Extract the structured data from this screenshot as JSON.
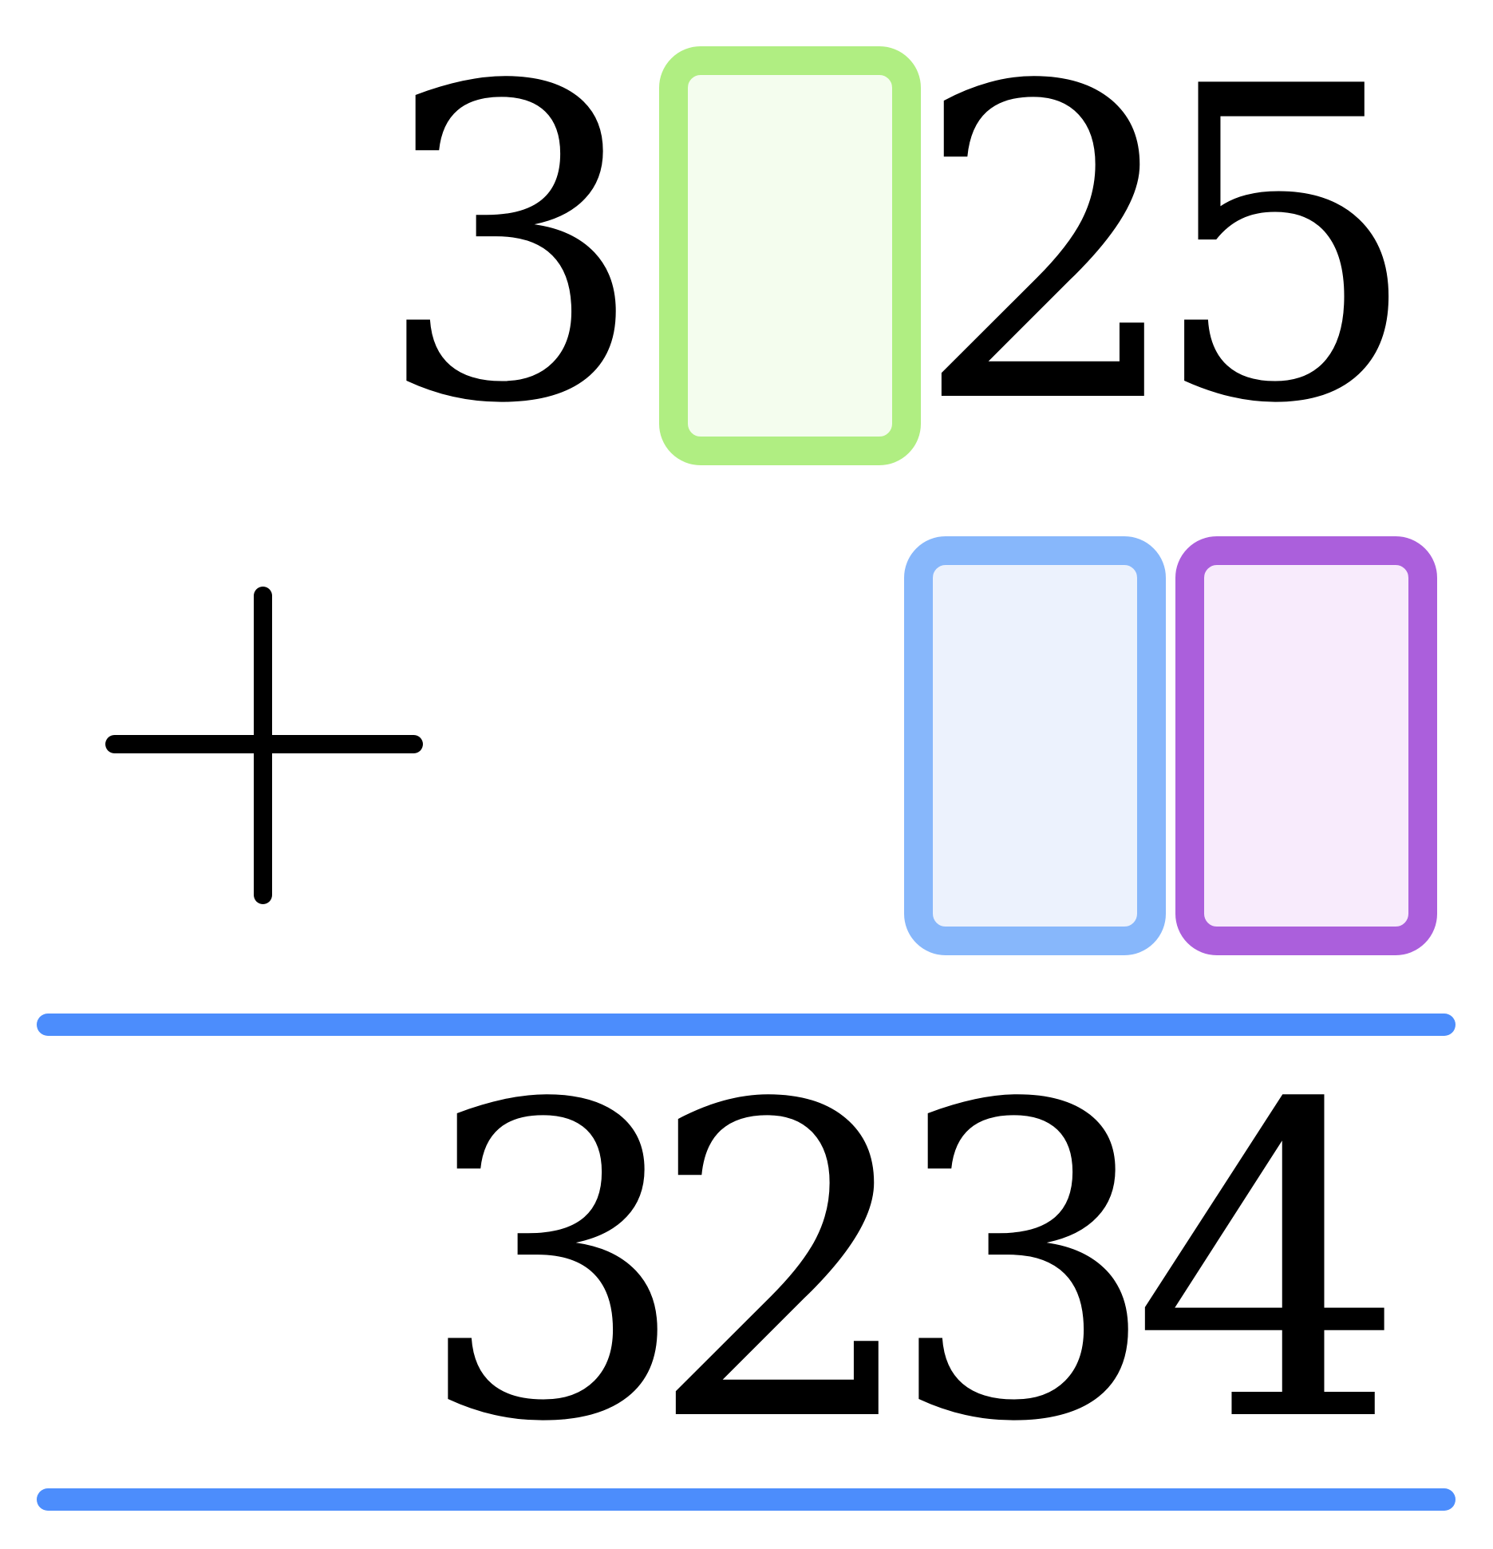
{
  "top_row": {
    "digit_1": "3",
    "blank_1": "",
    "digit_3": "2",
    "digit_4": "5"
  },
  "operator": "+",
  "middle_row": {
    "blank_tens": "",
    "blank_units": ""
  },
  "result_row": {
    "digit_1": "3",
    "digit_2": "2",
    "digit_3": "3",
    "digit_4": "4"
  },
  "colors": {
    "green_border": "#b0ee82",
    "green_fill": "#f4fdee",
    "blue_border": "#87b7fb",
    "blue_fill": "#ecf2fd",
    "purple_border": "#ab5fdc",
    "purple_fill": "#f8ebfc",
    "rule_line": "#4c8dfc"
  }
}
